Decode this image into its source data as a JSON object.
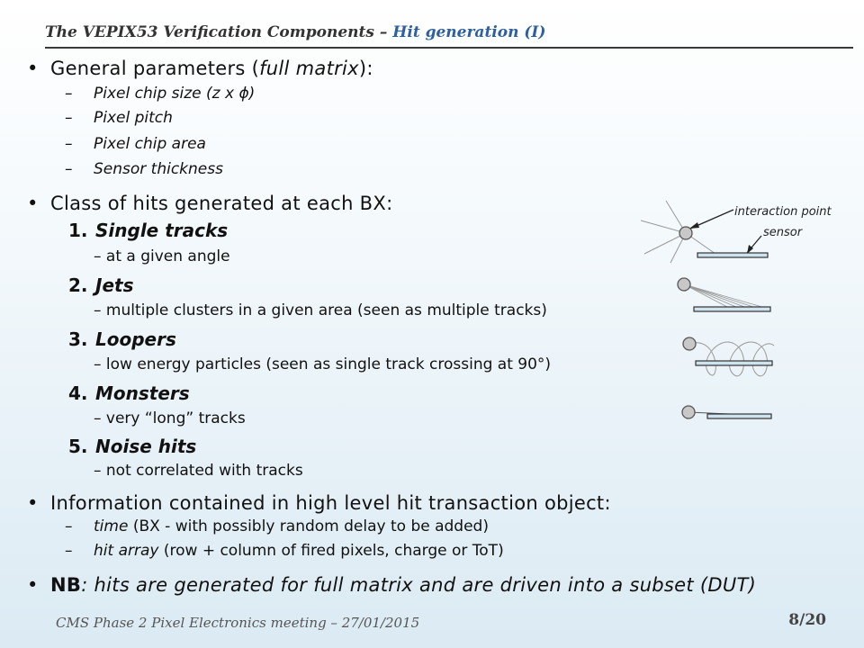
{
  "header": {
    "title_main": "The VEPIX53 Verification Components – ",
    "title_accent": "Hit generation (I)"
  },
  "general": {
    "prefix": "General parameters (",
    "italic": "full matrix",
    "suffix": "):",
    "items": [
      "Pixel chip size (z x ϕ)",
      "Pixel pitch",
      "Pixel chip area",
      "Sensor thickness"
    ]
  },
  "classes": {
    "heading": "Class of hits generated at each BX:",
    "items": [
      {
        "num": "1.",
        "name": "Single tracks",
        "desc": "at a given angle"
      },
      {
        "num": "2.",
        "name": "Jets",
        "desc": "multiple clusters in a given area (seen as multiple tracks)"
      },
      {
        "num": "3.",
        "name": "Loopers",
        "desc": "low energy particles (seen as single track crossing at 90°)"
      },
      {
        "num": "4.",
        "name": "Monsters",
        "desc": "very “long” tracks"
      },
      {
        "num": "5.",
        "name": "Noise hits",
        "desc": "not correlated with tracks"
      }
    ]
  },
  "info": {
    "heading": "Information contained in high level hit transaction object:",
    "items": [
      {
        "term": "time",
        "rest": " (BX - with possibly random delay to be added)"
      },
      {
        "term": "hit array",
        "rest": " (row + column of fired pixels, charge or ToT)"
      }
    ]
  },
  "nb": {
    "label": "NB",
    "text": ": hits are generated for full matrix and are driven into a subset (DUT)"
  },
  "diagram": {
    "interaction_label": "interaction point",
    "sensor_label": "sensor"
  },
  "symbols": {
    "bullet": "•",
    "dash": "–"
  },
  "footer": {
    "meeting": "CMS Phase 2 Pixel Electronics meeting – 27/01/2015",
    "page": "8/20"
  },
  "colors": {
    "accent": "#2e5f9e",
    "sensor_fill": "#cfe3ef",
    "point_fill": "#c8c8c8"
  }
}
